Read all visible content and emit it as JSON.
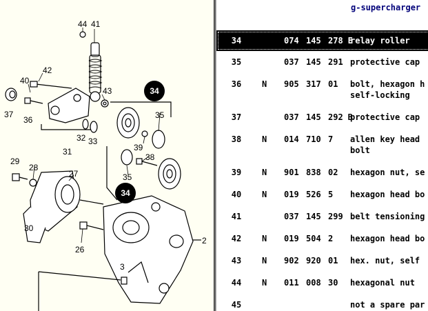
{
  "header": {
    "title": "g-supercharger"
  },
  "diagram": {
    "callouts": [
      "44",
      "41",
      "42",
      "40",
      "43",
      "37",
      "36",
      "34",
      "35",
      "32",
      "33",
      "31",
      "39",
      "38",
      "29",
      "28",
      "27",
      "35",
      "34",
      "30",
      "26",
      "2",
      "3"
    ]
  },
  "parts_list": {
    "rows": [
      {
        "pos": "34",
        "n": "",
        "g1": "074",
        "g2": "145",
        "g3": "278",
        "sfx": "E",
        "desc": "relay roller",
        "selected": true
      },
      {
        "pos": "35",
        "n": "",
        "g1": "037",
        "g2": "145",
        "g3": "291",
        "sfx": "",
        "desc": "protective cap"
      },
      {
        "pos": "36",
        "n": "N",
        "g1": "905",
        "g2": "317",
        "g3": "01",
        "sfx": "",
        "desc": "bolt, hexagon h\nself-locking"
      },
      {
        "pos": "37",
        "n": "",
        "g1": "037",
        "g2": "145",
        "g3": "292",
        "sfx": "B",
        "desc": "protective cap"
      },
      {
        "pos": "38",
        "n": "N",
        "g1": "014",
        "g2": "710",
        "g3": "7",
        "sfx": "",
        "desc": "allen key head\nbolt"
      },
      {
        "pos": "39",
        "n": "N",
        "g1": "901",
        "g2": "838",
        "g3": "02",
        "sfx": "",
        "desc": "hexagon nut, se"
      },
      {
        "pos": "40",
        "n": "N",
        "g1": "019",
        "g2": "526",
        "g3": "5",
        "sfx": "",
        "desc": "hexagon head bo"
      },
      {
        "pos": "41",
        "n": "",
        "g1": "037",
        "g2": "145",
        "g3": "299",
        "sfx": "",
        "desc": "belt tensioning"
      },
      {
        "pos": "42",
        "n": "N",
        "g1": "019",
        "g2": "504",
        "g3": "2",
        "sfx": "",
        "desc": "hexagon head bo"
      },
      {
        "pos": "43",
        "n": "N",
        "g1": "902",
        "g2": "920",
        "g3": "01",
        "sfx": "",
        "desc": "hex. nut, self"
      },
      {
        "pos": "44",
        "n": "N",
        "g1": "011",
        "g2": "008",
        "g3": "30",
        "sfx": "",
        "desc": "hexagonal nut"
      },
      {
        "pos": "45",
        "n": "",
        "g1": "",
        "g2": "",
        "g3": "",
        "sfx": "",
        "desc": "not a spare par"
      }
    ]
  }
}
